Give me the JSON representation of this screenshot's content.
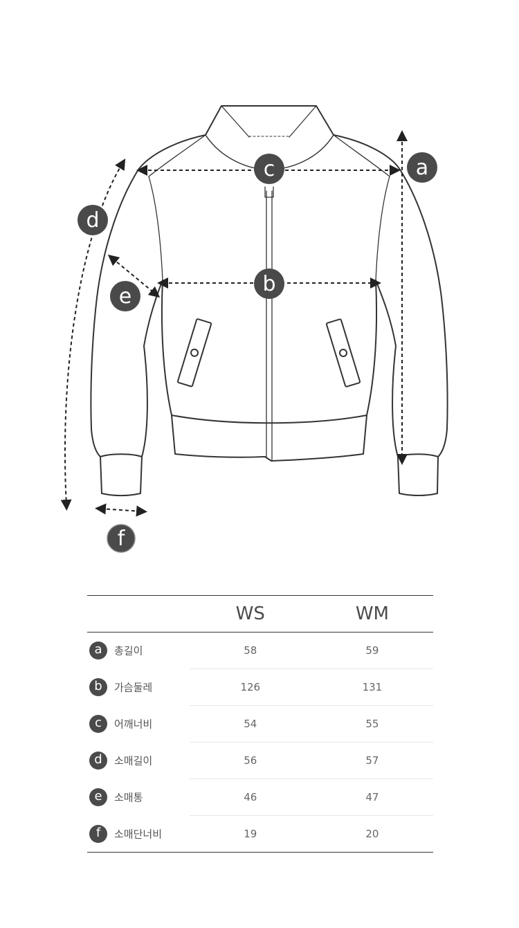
{
  "diagram": {
    "markers": [
      "a",
      "b",
      "c",
      "d",
      "e",
      "f"
    ]
  },
  "table": {
    "columns": [
      "WS",
      "WM"
    ],
    "rows": [
      {
        "key": "a",
        "label": "총길이",
        "ws": "58",
        "wm": "59"
      },
      {
        "key": "b",
        "label": "가슴둘레",
        "ws": "126",
        "wm": "131"
      },
      {
        "key": "c",
        "label": "어깨너비",
        "ws": "54",
        "wm": "55"
      },
      {
        "key": "d",
        "label": "소매길이",
        "ws": "56",
        "wm": "57"
      },
      {
        "key": "e",
        "label": "소매통",
        "ws": "46",
        "wm": "47"
      },
      {
        "key": "f",
        "label": "소매단너비",
        "ws": "19",
        "wm": "20"
      }
    ]
  },
  "colors": {
    "badge": "#4a4a4a",
    "line": "#333333"
  }
}
